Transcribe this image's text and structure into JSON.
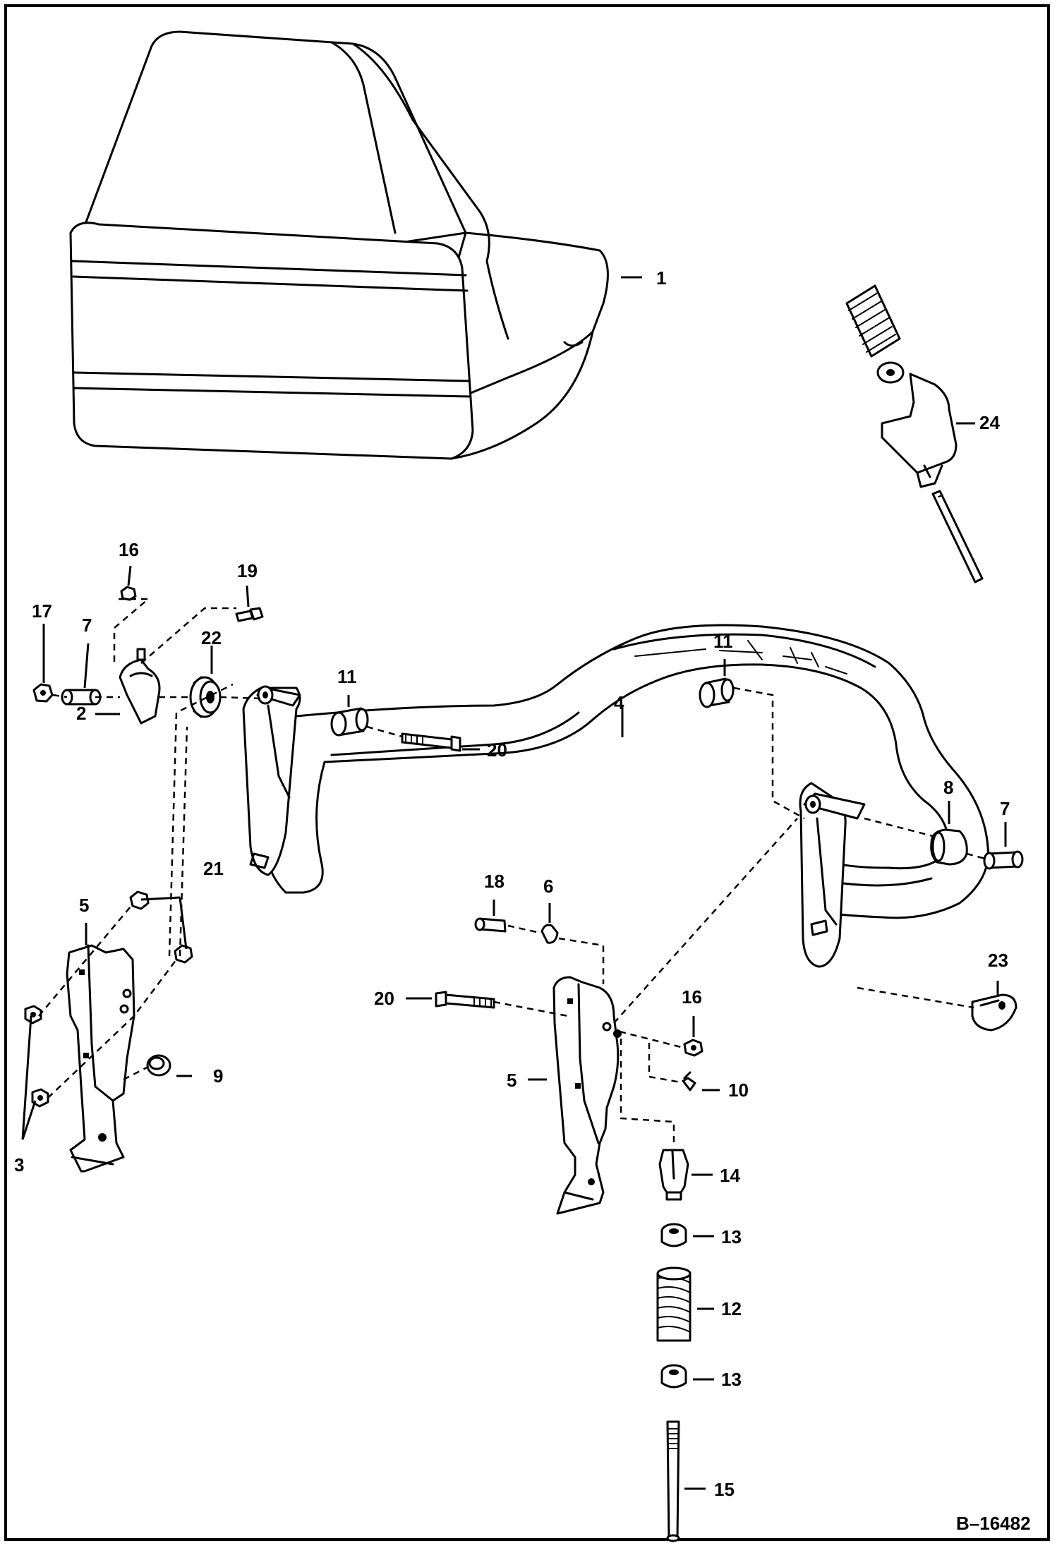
{
  "figure_id": "B–16482",
  "callouts": {
    "c1": "1",
    "c2": "2",
    "c3": "3",
    "c4": "4",
    "c5a": "5",
    "c5b": "5",
    "c6": "6",
    "c7a": "7",
    "c7b": "7",
    "c8": "8",
    "c9": "9",
    "c10": "10",
    "c11a": "11",
    "c11b": "11",
    "c12": "12",
    "c13a": "13",
    "c13b": "13",
    "c14": "14",
    "c15": "15",
    "c16a": "16",
    "c16b": "16",
    "c17": "17",
    "c18": "18",
    "c19": "19",
    "c20a": "20",
    "c20b": "20",
    "c21": "21",
    "c22": "22",
    "c23": "23",
    "c24": "24"
  },
  "colors": {
    "ink": "#000000",
    "paper": "#ffffff"
  }
}
